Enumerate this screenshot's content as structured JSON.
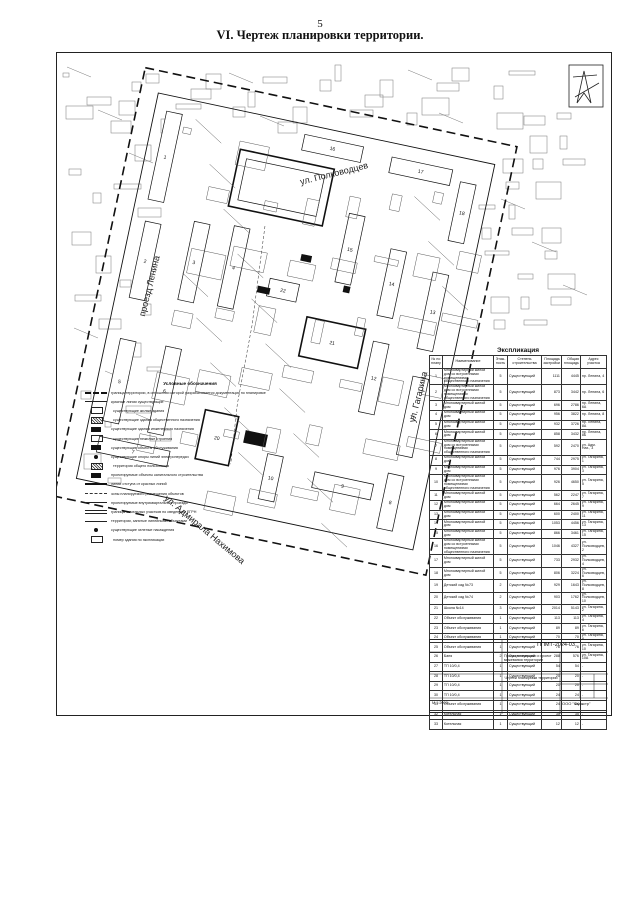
{
  "page": {
    "number": "5",
    "title": "VI. Чертеж планировки территории."
  },
  "streets": {
    "top": "ул. Полководцев",
    "left": "проезд Ленина",
    "right": "ул. Гагарина",
    "bottom": "ул. Адмирала Нахимова"
  },
  "explication": {
    "title": "Экспликация",
    "headers": [
      "№ по плану",
      "Наименование",
      "Этаж-ность",
      "Степень строительства",
      "Площадь застройки",
      "Общая площадь",
      "Адрес участка"
    ],
    "rows": [
      [
        "1",
        "Многоквартирный жилой дом со встроенными помещениями общественного назначения",
        "5",
        "Существующий",
        "1111",
        "4445",
        "пр. Ленина, 4"
      ],
      [
        "2",
        "Многоквартирный жилой дом со встроенными помещениями общественного назначения",
        "5",
        "Существующий",
        "873",
        "3442",
        "пр. Ленина, 6"
      ],
      [
        "3",
        "Многоквартирный жилой дом",
        "5",
        "Существующий",
        "696",
        "2786",
        "пр. Ленина, 6А"
      ],
      [
        "4",
        "Многоквартирный жилой дом",
        "5",
        "Существующий",
        "956",
        "3822",
        "пр. Ленина, 8"
      ],
      [
        "5",
        "Многоквартирный жилой дом",
        "5",
        "Существующий",
        "932",
        "3726",
        "пр. Ленина, 8А"
      ],
      [
        "6",
        "Многоквартирный жилой дом",
        "5",
        "Существующий",
        "858",
        "3432",
        "пр. Ленина, 8Б"
      ],
      [
        "7",
        "Многоквартирный жилой дом со встроенными помещениями общественного назначения",
        "5",
        "Существующий",
        "592",
        "2470",
        "ул. Адм. Нах., 3"
      ],
      [
        "8",
        "Многоквартирный жилой дом",
        "5",
        "Существующий",
        "744",
        "2975",
        "ул. Гагарина, 1"
      ],
      [
        "9",
        "Многоквартирный жилой дом",
        "5",
        "Существующий",
        "976",
        "3904",
        "ул. Гагарина, 3"
      ],
      [
        "10",
        "Многоквартирный жилой дом со встроенными помещениями общественного назначения",
        "5",
        "Существующий",
        "926",
        "4650",
        "ул. Гагарина, 5"
      ],
      [
        "11",
        "Многоквартирный жилой дом",
        "5",
        "Существующий",
        "562",
        "2247",
        "ул. Гагарина, 7"
      ],
      [
        "12",
        "Многоквартирный жилой дом",
        "5",
        "Существующий",
        "664",
        "2645",
        "ул. Гагарина, 9"
      ],
      [
        "13",
        "Многоквартирный жилой дом",
        "5",
        "Существующий",
        "600",
        "2400",
        "ул. Гагарина, 11"
      ],
      [
        "14",
        "Многоквартирный жилой дом",
        "5",
        "Существующий",
        "1053",
        "4456",
        "ул. Гагарина, 13"
      ],
      [
        "15",
        "Многоквартирный жилой дом",
        "5",
        "Существующий",
        "866",
        "3461",
        "ул. Гагарина, 15"
      ],
      [
        "16",
        "Многоквартирный жилой дом со встроенными помещениями общественного назначения",
        "5",
        "Существующий",
        "1046",
        "4327",
        "ул. Полководцев, 2"
      ],
      [
        "17",
        "Многоквартирный жилой дом",
        "5",
        "Существующий",
        "733",
        "2932",
        "ул. Полководцев, 4"
      ],
      [
        "18",
        "Многоквартирный жилой дом",
        "5",
        "Существующий",
        "806",
        "3224",
        "ул. Полководцев, 6"
      ],
      [
        "19",
        "Детский сад №73",
        "2",
        "Существующий",
        "929",
        "1643",
        "ул. Полководцев, 8"
      ],
      [
        "20",
        "Детский сад №74",
        "2",
        "Существующий",
        "903",
        "1762",
        "ул. Полководцев, 10"
      ],
      [
        "21",
        "Школа №14",
        "3",
        "Существующий",
        "2014",
        "5143",
        "ул. Гагарина, 2"
      ],
      [
        "22",
        "Объект обслуживания",
        "1",
        "Существующий",
        "113",
        "113",
        "ул. Гагарина, 4"
      ],
      [
        "23",
        "Объект обслуживания",
        "1",
        "Существующий",
        "89",
        "89",
        "ул. Гагарина, 6"
      ],
      [
        "24",
        "Объект обслуживания",
        "1",
        "Существующий",
        "70",
        "70",
        "ул. Гагарина, 8"
      ],
      [
        "25",
        "Объект обслуживания",
        "1",
        "Существующий",
        "76",
        "76",
        "ул. Гагарина, 10"
      ],
      [
        "26",
        "Баня",
        "2",
        "Существующий",
        "288",
        "576",
        "ул. Гагарина, 10А"
      ],
      [
        "27",
        "ТП 10/0,4",
        "1",
        "Существующий",
        "54",
        "54",
        "-"
      ],
      [
        "28",
        "ТП 10/0,4",
        "1",
        "Существующий",
        "20",
        "20",
        "-"
      ],
      [
        "29",
        "ТП 10/0,4",
        "1",
        "Существующий",
        "20",
        "20",
        "-"
      ],
      [
        "30",
        "ТП 10/0,4",
        "1",
        "Существующий",
        "24",
        "24",
        "-"
      ],
      [
        "31",
        "Объект обслуживания",
        "1",
        "Существующий",
        "24",
        "24",
        "-"
      ],
      [
        "32",
        "Котельная",
        "1",
        "Существующий",
        "35",
        "35",
        "-"
      ],
      [
        "33",
        "Котельная",
        "1",
        "Существующий",
        "12",
        "12",
        "-"
      ]
    ]
  },
  "stamp": {
    "code": "ППМТ-2024-03",
    "object": "Проект планировки и проект межевания территории",
    "document": "Чертеж планировки территории",
    "scale": "М 1:2000",
    "org": "ООО \"Кадастр\""
  },
  "legend": {
    "title": "Условные обозначения",
    "items": [
      {
        "sym": "dash-thick",
        "text": "граница территории, в отношении которой разрабатывается документация по планировке"
      },
      {
        "sym": "line-thin",
        "text": "красные линии существующие"
      },
      {
        "sym": "box-outline",
        "text": "существующие жилые здания"
      },
      {
        "sym": "box-hatch",
        "text": "существующие здания общественного назначения"
      },
      {
        "sym": "box-solid",
        "text": "существующие здания инженерного назначения"
      },
      {
        "sym": "box-outline",
        "text": "существующие нежилые строения"
      },
      {
        "sym": "box-solid",
        "text": "существующие объекты обслуживания"
      },
      {
        "sym": "dot",
        "text": "существующие опоры линий электропередач"
      },
      {
        "sym": "box-hatch",
        "text": "территория общего пользования"
      },
      {
        "sym": "box-solid",
        "text": "проектируемые объекты капитального строительства"
      },
      {
        "sym": "line-thick",
        "text": "линии отступа от красных линий"
      },
      {
        "sym": "dash-thin",
        "text": "зоны планируемого размещения объектов"
      },
      {
        "sym": "line-thin",
        "text": "проектируемые внутриквартальные проезды"
      },
      {
        "sym": "line-double",
        "text": "границы земельных участков по сведениям ЕГРН"
      },
      {
        "sym": "line-thin",
        "text": "территории, занятые линейными объектами"
      },
      {
        "sym": "dot",
        "text": "существующие зеленые насаждения"
      },
      {
        "sym": "box-outline",
        "text": "номер здания по экспликации"
      }
    ]
  }
}
